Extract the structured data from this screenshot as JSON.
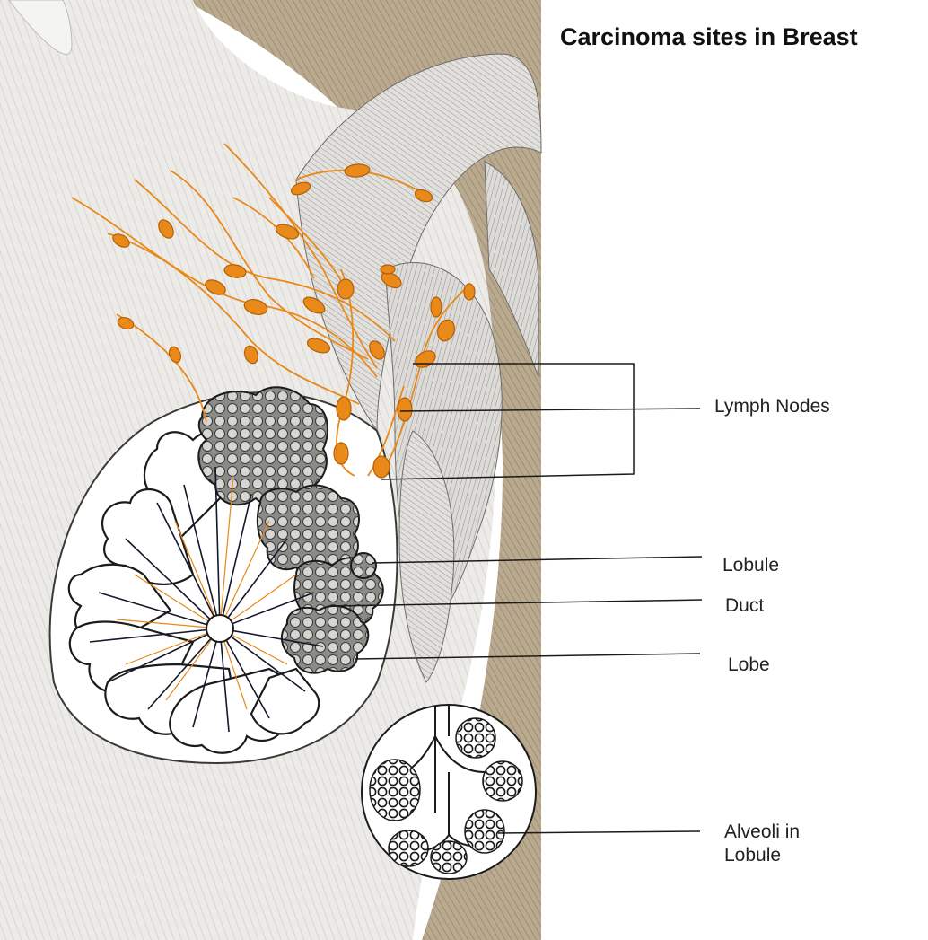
{
  "title": "Carcinoma sites in Breast",
  "labels": {
    "lymph_nodes": "Lymph Nodes",
    "lobule": "Lobule",
    "duct": "Duct",
    "lobe": "Lobe",
    "alveoli_line1": "Alveoli in",
    "alveoli_line2": "Lobule"
  },
  "colors": {
    "lymph_orange": "#e8891a",
    "background_brown": "#b5a48a",
    "skin_grey": "#e8e8e6",
    "outline": "#1b1b1b"
  }
}
